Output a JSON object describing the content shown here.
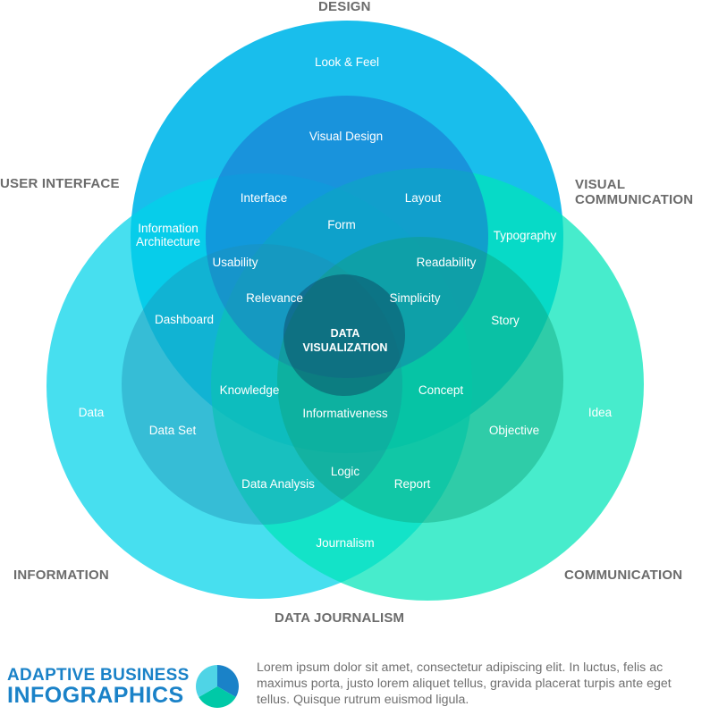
{
  "diagram": {
    "outer_labels": {
      "design": "DESIGN",
      "user_interface": "USER INTERFACE",
      "visual_communication_1": "VISUAL",
      "visual_communication_2": "COMMUNICATION",
      "information": "INFORMATION",
      "communication": "COMMUNICATION",
      "data_journalism": "DATA JOURNALISM"
    },
    "region_labels": [
      {
        "id": "look-feel",
        "text": "Look & Feel"
      },
      {
        "id": "visual-design",
        "text": "Visual Design"
      },
      {
        "id": "interface",
        "text": "Interface"
      },
      {
        "id": "layout",
        "text": "Layout"
      },
      {
        "id": "form",
        "text": "Form"
      },
      {
        "id": "information-architecture-1",
        "text": "Information"
      },
      {
        "id": "information-architecture-2",
        "text": "Architecture"
      },
      {
        "id": "typography",
        "text": "Typography"
      },
      {
        "id": "usability",
        "text": "Usability"
      },
      {
        "id": "readability",
        "text": "Readability"
      },
      {
        "id": "relevance",
        "text": "Relevance"
      },
      {
        "id": "simplicity",
        "text": "Simplicity"
      },
      {
        "id": "dashboard",
        "text": "Dashboard"
      },
      {
        "id": "story",
        "text": "Story"
      },
      {
        "id": "data-visualization-1",
        "text": "DATA"
      },
      {
        "id": "data-visualization-2",
        "text": "VISUALIZATION"
      },
      {
        "id": "knowledge",
        "text": "Knowledge"
      },
      {
        "id": "concept",
        "text": "Concept"
      },
      {
        "id": "data",
        "text": "Data"
      },
      {
        "id": "informativeness",
        "text": "Informativeness"
      },
      {
        "id": "idea",
        "text": "Idea"
      },
      {
        "id": "data-set",
        "text": "Data Set"
      },
      {
        "id": "objective",
        "text": "Objective"
      },
      {
        "id": "logic",
        "text": "Logic"
      },
      {
        "id": "data-analysis",
        "text": "Data Analysis"
      },
      {
        "id": "report",
        "text": "Report"
      },
      {
        "id": "journalism",
        "text": "Journalism"
      }
    ],
    "colors": {
      "design": "#00b7ea",
      "information": "#00d3e9",
      "communication": "#00e5b9"
    }
  },
  "footer": {
    "title_line1": "ADAPTIVE BUSINESS",
    "title_line2": "INFOGRAPHICS",
    "body": "Lorem ipsum dolor sit amet, consectetur adipiscing elit. In luctus, felis ac maximus porta, justo lorem aliquet tellus, gravida placerat turpis ante eget tellus. Quisque rutrum euismod ligula."
  }
}
